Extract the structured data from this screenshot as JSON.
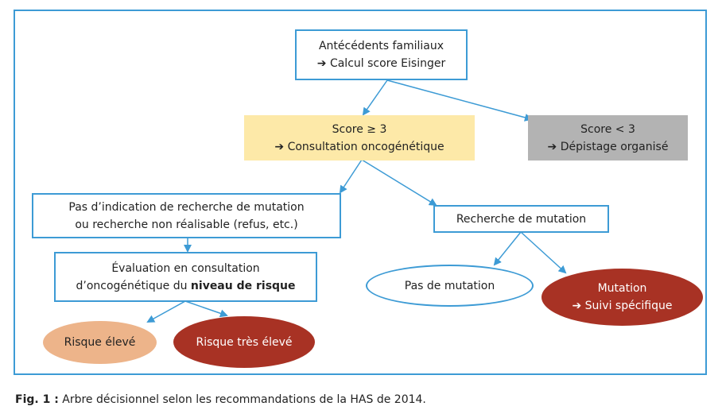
{
  "colors": {
    "frame": "#3d9bd5",
    "connector": "#3d9bd5",
    "yellow_fill": "#fde9a8",
    "grey_fill": "#b3b3b3",
    "peach_fill": "#edb48a",
    "red_fill": "#a83224"
  },
  "arrow_glyph": "➔",
  "nodes": {
    "root": {
      "line1": "Antécédents familiaux",
      "line2": "Calcul score Eisinger"
    },
    "score_high": {
      "line1": "Score ≥ 3",
      "line2": "Consultation oncogénétique"
    },
    "score_low": {
      "line1": "Score < 3",
      "line2": "Dépistage organisé"
    },
    "no_indication": {
      "line1": "Pas d’indication de recherche de mutation",
      "line2": "ou recherche non réalisable (refus, etc.)"
    },
    "mutation_search": {
      "label": "Recherche de mutation"
    },
    "risk_eval": {
      "line1": "Évaluation en consultation",
      "line2_prefix": "d’oncogénétique du ",
      "line2_bold": "niveau de risque"
    },
    "no_mutation": {
      "label": "Pas de mutation"
    },
    "mutation": {
      "line1": "Mutation",
      "line2": "Suivi spécifique"
    },
    "risk_high": {
      "label": "Risque élevé"
    },
    "risk_very_high": {
      "label": "Risque très élevé"
    }
  },
  "caption": {
    "label": "Fig. 1 :",
    "text": " Arbre décisionnel selon les recommandations de la HAS de 2014."
  }
}
